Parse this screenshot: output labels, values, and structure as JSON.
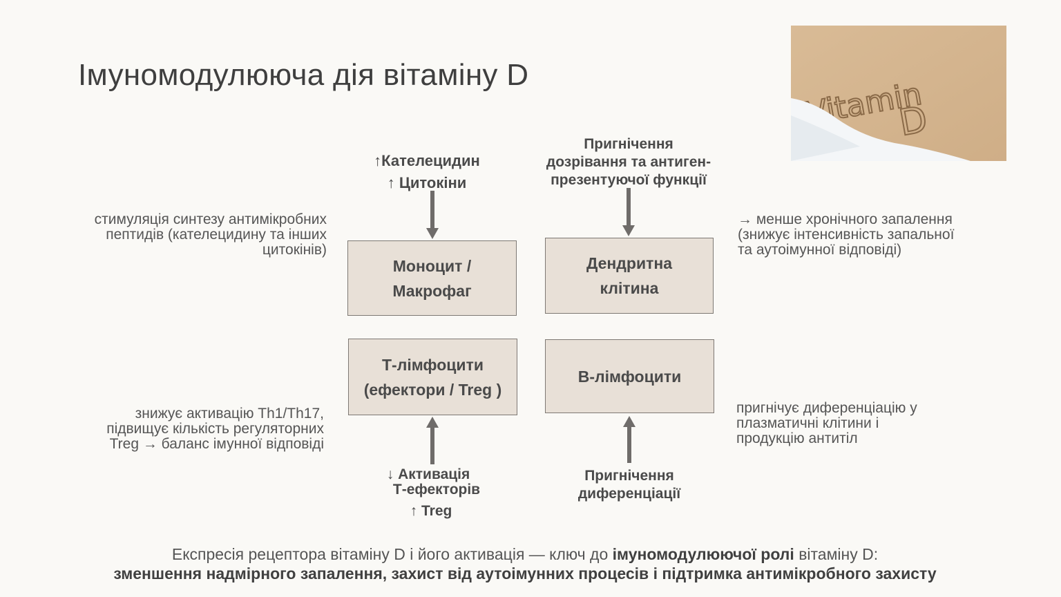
{
  "title": "Імуномодулююча дія вітаміну D",
  "photo": {
    "caption": "Vitamin D",
    "icon": "vitamin-d-sand-photo"
  },
  "cells": {
    "monocyte": "Моноцит / Макрофаг",
    "dendritic": "Дендритна клітина",
    "tcells": "Т-лімфоцити (ефектори / Treg )",
    "bcells": "В-лімфоцити"
  },
  "labels": {
    "monocyte_top_1": "↑Кателецидин",
    "monocyte_top_2": "↑ Цитокіни",
    "dendritic_top_1": "Пригнічення",
    "dendritic_top_2": "дозрівання та антиген-",
    "dendritic_top_3": "презентуючої функції",
    "tcells_bottom_1": "↓ Активація",
    "tcells_bottom_2": "Т-ефекторів",
    "tcells_bottom_3": "↑ Treg",
    "bcells_bottom_1": "Пригнічення",
    "bcells_bottom_2": "диференціації"
  },
  "descriptions": {
    "monocyte": [
      "стимуляція синтезу антимікробних",
      "пептидів (кателецидину та інших",
      "цитокінів)"
    ],
    "dendritic": [
      "→ менше хронічного запалення",
      "(знижує інтенсивність запальної",
      "та аутоімунної відповіді)"
    ],
    "tcells": [
      "знижує активацію Th1/Th17,",
      "підвищує кількість регуляторних",
      "Treg → баланс імунної  відповіді"
    ],
    "bcells": [
      "пригнічує диференціацію у",
      "плазматичні клітини і",
      "продукцію антитіл"
    ]
  },
  "footer": {
    "line1_a": "Експресія рецептора вітаміну D і його активація — ключ до ",
    "line1_b": "імуномодулюючої ролі",
    "line1_c": " вітаміну D:",
    "line2": "зменшення надмірного запалення, захист від аутоімунних процесів і підтримка антимікробного захисту"
  }
}
